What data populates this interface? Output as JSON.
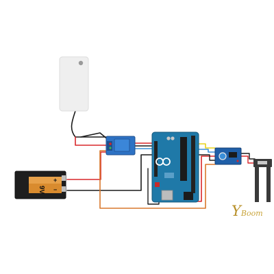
{
  "battery": {
    "label": "9V",
    "plus": "+",
    "minus": "−"
  },
  "watermark": {
    "initial": "Y",
    "rest": "Boom"
  },
  "colors": {
    "wire_red": "#d8262a",
    "wire_black": "#1a1a1a",
    "wire_orange": "#d9772b",
    "wire_yellow": "#e8d21a",
    "wire_blue": "#3a8fd9",
    "board": "#1f79a8",
    "relay": "#2d72c4",
    "sensor_board": "#1f5fa8",
    "probe": "#3a3a3a",
    "pump": "#efefef",
    "battery_body": "#1e1e1e",
    "battery_label": "#d98b2e"
  }
}
